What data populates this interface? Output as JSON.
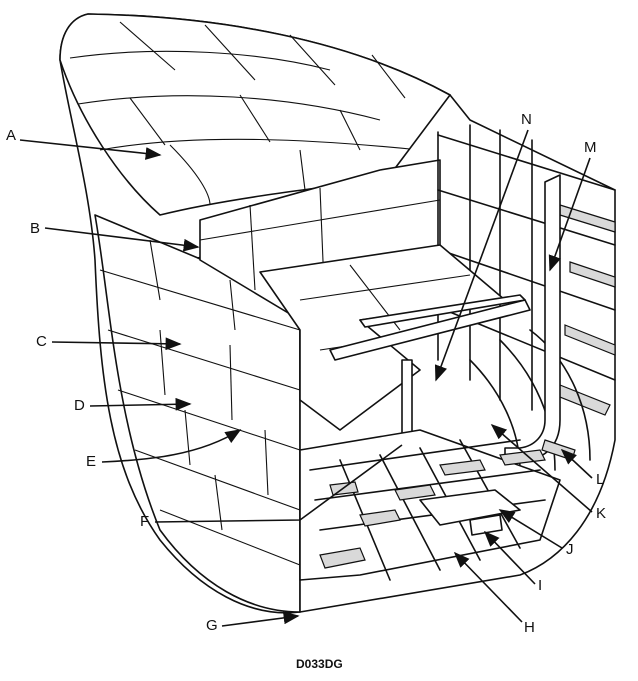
{
  "figure": {
    "labels": [
      {
        "id": "A",
        "text": "A"
      },
      {
        "id": "B",
        "text": "B"
      },
      {
        "id": "C",
        "text": "C"
      },
      {
        "id": "D",
        "text": "D"
      },
      {
        "id": "E",
        "text": "E"
      },
      {
        "id": "F",
        "text": "F"
      },
      {
        "id": "G",
        "text": "G"
      },
      {
        "id": "H",
        "text": "H"
      },
      {
        "id": "I",
        "text": "I"
      },
      {
        "id": "J",
        "text": "J"
      },
      {
        "id": "K",
        "text": "K"
      },
      {
        "id": "L",
        "text": "L"
      },
      {
        "id": "M",
        "text": "M"
      },
      {
        "id": "N",
        "text": "N"
      }
    ],
    "code": "D033DG"
  }
}
